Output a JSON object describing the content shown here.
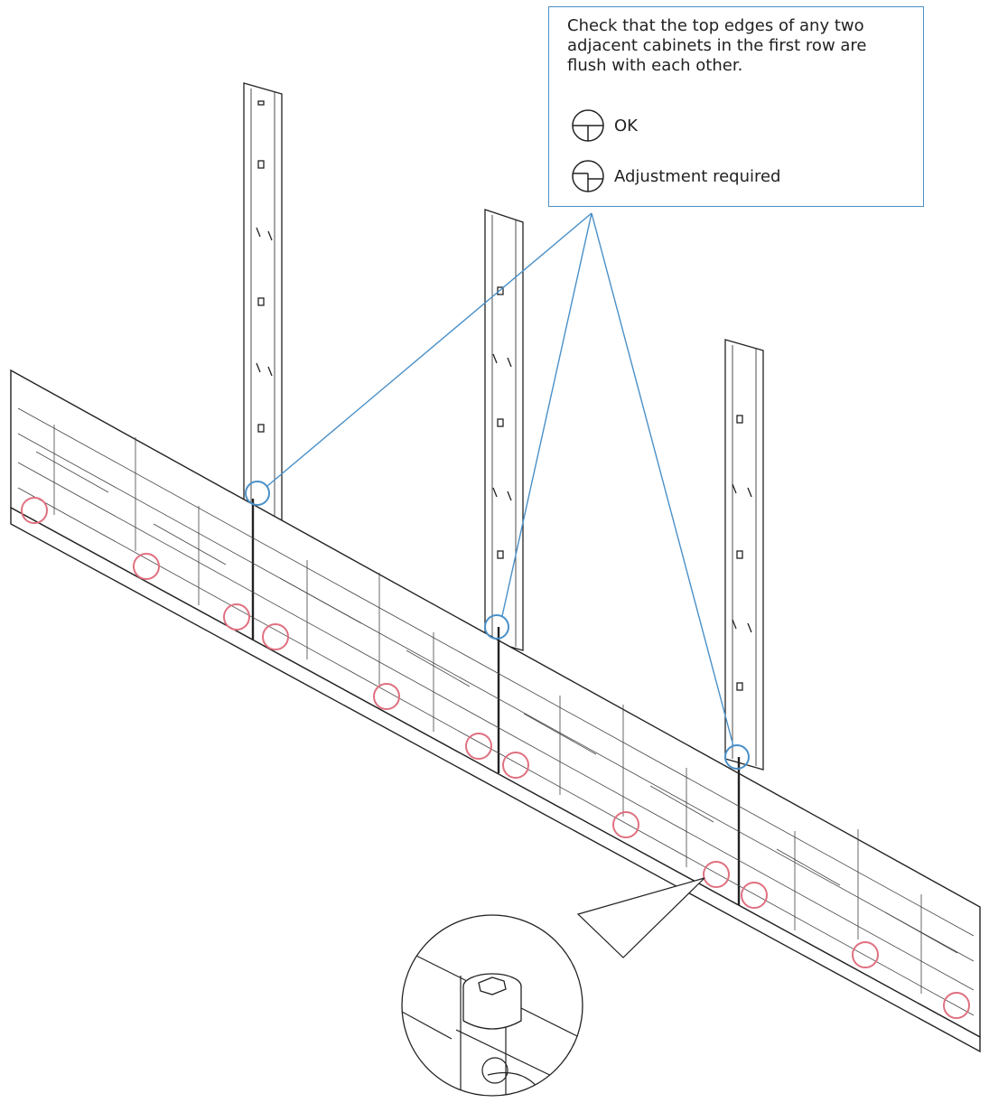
{
  "callout": {
    "text": "Check that the top edges of any two adjacent cabinets in the first row are flush with each other.",
    "ok_label": "OK",
    "adjust_label": "Adjustment required"
  },
  "colors": {
    "callout_blue": "#4a90c8",
    "screw_circle": "#e07080",
    "line": "#222222"
  },
  "icons": [
    "ok-flush-icon",
    "adjustment-required-icon",
    "hex-socket-bolt-icon"
  ]
}
